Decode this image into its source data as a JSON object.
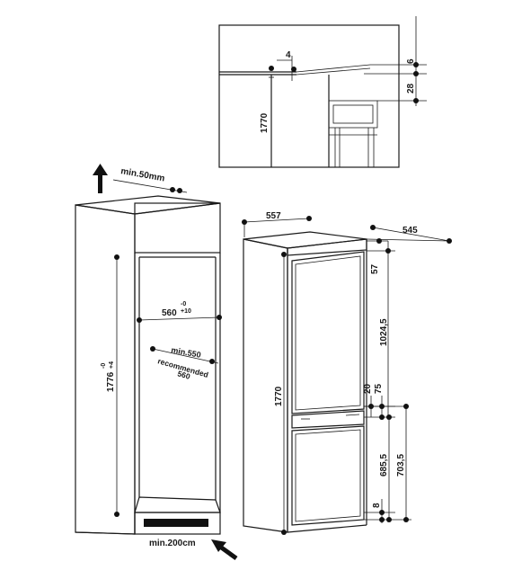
{
  "colors": {
    "ink": "#1a1a1a",
    "paper": "#ffffff",
    "vent": "#111111"
  },
  "detail": {
    "height": "1770",
    "gap_top": "4",
    "offset_a": "6",
    "offset_b": "28"
  },
  "cabinet": {
    "top_vent": "min.50mm",
    "width": "560",
    "width_tol_upper": "-0",
    "width_tol_lower": "+10",
    "height": "1776",
    "height_tol_upper": "-0",
    "height_tol_lower": "+4",
    "depth_min": "min.550",
    "depth_recommended_line1": "recommended",
    "depth_recommended_line2": "560",
    "bottom_vent": "min.200cm"
  },
  "appliance": {
    "width": "557",
    "depth": "545",
    "height": "1770",
    "upper_gap": "57",
    "upper_door": "1024,5",
    "mid_gap_a": "20",
    "mid_gap_b": "75",
    "lower_door": "685,5",
    "lower_total": "703,5",
    "bottom_gap": "8"
  }
}
